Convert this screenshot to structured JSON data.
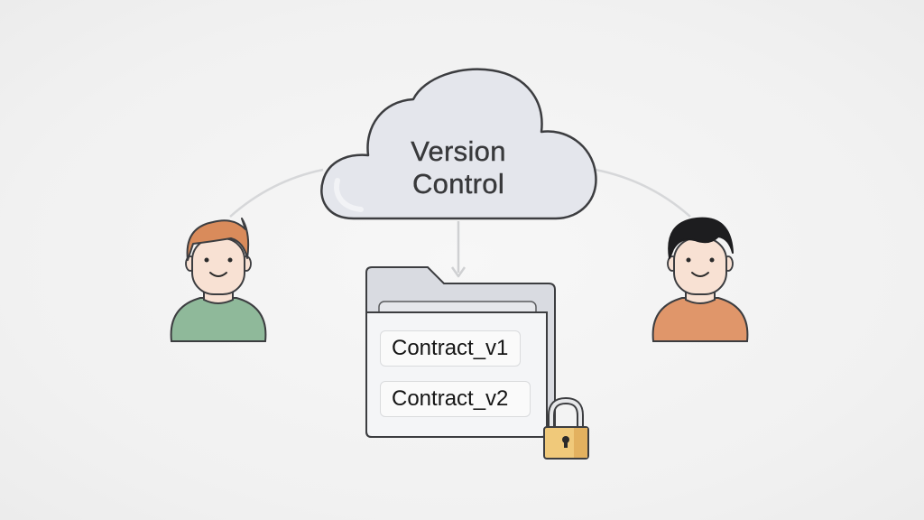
{
  "diagram": {
    "title": "Version Control",
    "cloud": {
      "label_line1": "Version",
      "label_line2": "Control",
      "fill": "#e4e6ec",
      "stroke": "#3c3d40"
    },
    "folder": {
      "files": [
        {
          "name": "Contract_v1"
        },
        {
          "name": "Contract_v2"
        }
      ],
      "fill": "#f3f4f6",
      "lock_icon": "padlock-icon",
      "lock_color": "#f0c97a"
    },
    "users": [
      {
        "id": "user-left",
        "hair_color": "#d98b5b",
        "shirt_color": "#8fb99a"
      },
      {
        "id": "user-right",
        "hair_color": "#1d1d1f",
        "shirt_color": "#e0966a"
      }
    ],
    "connectors": [
      {
        "from": "cloud",
        "to": "user-left",
        "style": "curve"
      },
      {
        "from": "cloud",
        "to": "user-right",
        "style": "curve"
      },
      {
        "from": "cloud",
        "to": "folder",
        "style": "arrow-down"
      }
    ]
  }
}
